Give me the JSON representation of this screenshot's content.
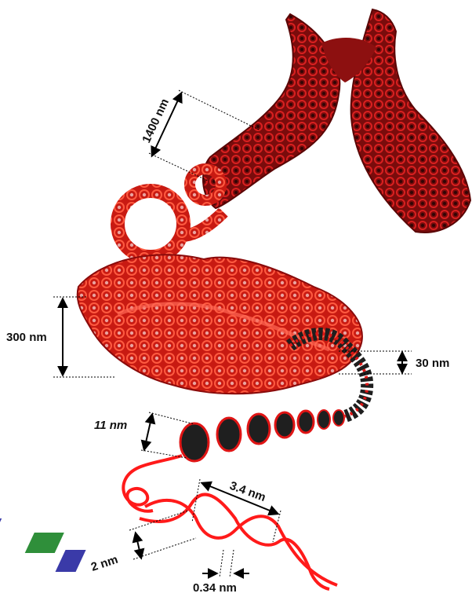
{
  "labels": {
    "chromosome_width": "1400 nm",
    "fiber_300": "300 nm",
    "fiber_30": "30 nm",
    "fiber_11": "11 nm",
    "helix_pitch": "3.4 nm",
    "helix_width": "2 nm",
    "base_spacing": "0.34 nm"
  },
  "colors": {
    "chromatin_dark": "#6e0a0a",
    "chromatin_mid": "#b31414",
    "chromatin_bright": "#ff2a1a",
    "nucleosome": "#202020",
    "dna_backbone": "#ff1a1a",
    "base_green": "#2f8f3a",
    "base_blue": "#3a3aa8",
    "arrow": "#000000"
  }
}
